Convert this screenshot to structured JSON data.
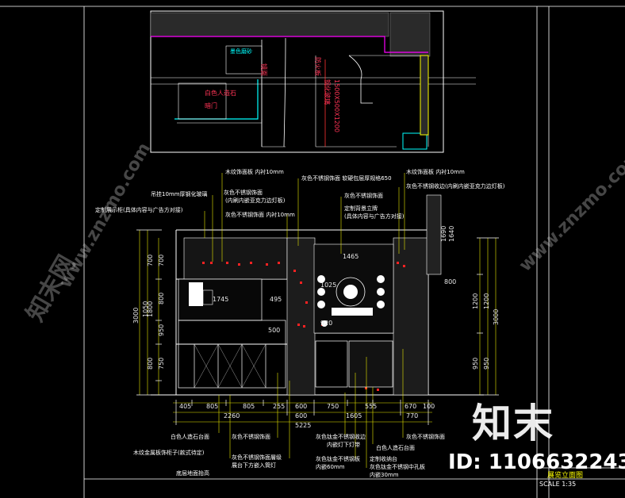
{
  "drawing": {
    "watermark_brand": "知末",
    "watermark_id": "ID: 1106632243",
    "watermark_url": "www.znzmo.com",
    "watermark_site": "知末网",
    "title": "展览立面图",
    "scale": "SCALE 1:35"
  },
  "plan_labels": {
    "l1": "墨色磨砂",
    "l2": "镜面",
    "l3": "白色人造石",
    "l4": "暗门",
    "l5": "防火板",
    "l6": "钢化玻璃",
    "l7": "1500X500X1200"
  },
  "top_annotations": [
    "木纹饰面板 内衬10mm",
    "灰色不锈钢饰面  软硬包层厚规格650",
    "木纹饰面板 内衬10mm",
    "吊挂10mm厚钢化玻璃",
    "灰色不锈钢收边(内刷内嵌亚克力边灯板)",
    "灰色不锈钢饰面",
    "(内刷内嵌亚克力边灯板)",
    "灰色不锈钢饰面",
    "定制展示柜(具体内容与广告方对接)",
    "定制背景立牌",
    "灰色不锈钢饰面 内衬10mm",
    "(具体内容与广告方对接)"
  ],
  "bottom_annotations": [
    "白色人造石台面",
    "灰色不锈钢饰面",
    "灰色钛金不锈钢收边",
    "灰色不锈钢饰面",
    "白色人造石台面",
    "内嵌灯下灯带",
    "木纹金属板饰柜子(款式待定)",
    "灰色不锈钢饰面層级",
    "展台下方嵌入筒灯",
    "定制收纳台",
    "灰色钛金不锈钢板",
    "内嵌60mm",
    "灰色钛金不锈钢中孔板",
    "底层地面抬高",
    "内嵌30mm"
  ],
  "dims_bottom_row1": [
    "405",
    "805",
    "805",
    "255",
    "600",
    "750",
    "555",
    "670",
    "100"
  ],
  "dims_bottom_row2": [
    "2260",
    "600",
    "1605",
    "770"
  ],
  "dims_bottom_row3": [
    "5225"
  ],
  "dims_left_outer": [
    "3000"
  ],
  "dims_left_mid": [
    "1050"
  ],
  "dims_left_inner": [
    "700",
    "700",
    "800",
    "950",
    "1800",
    "800",
    "750"
  ],
  "dims_right_outer": [
    "3000"
  ],
  "dims_right_inner": [
    "1690",
    "1640",
    "1200",
    "1200",
    "950",
    "950"
  ],
  "dims_inside": [
    "1465",
    "1745",
    "495",
    "500",
    "1025",
    "920",
    "800"
  ]
}
